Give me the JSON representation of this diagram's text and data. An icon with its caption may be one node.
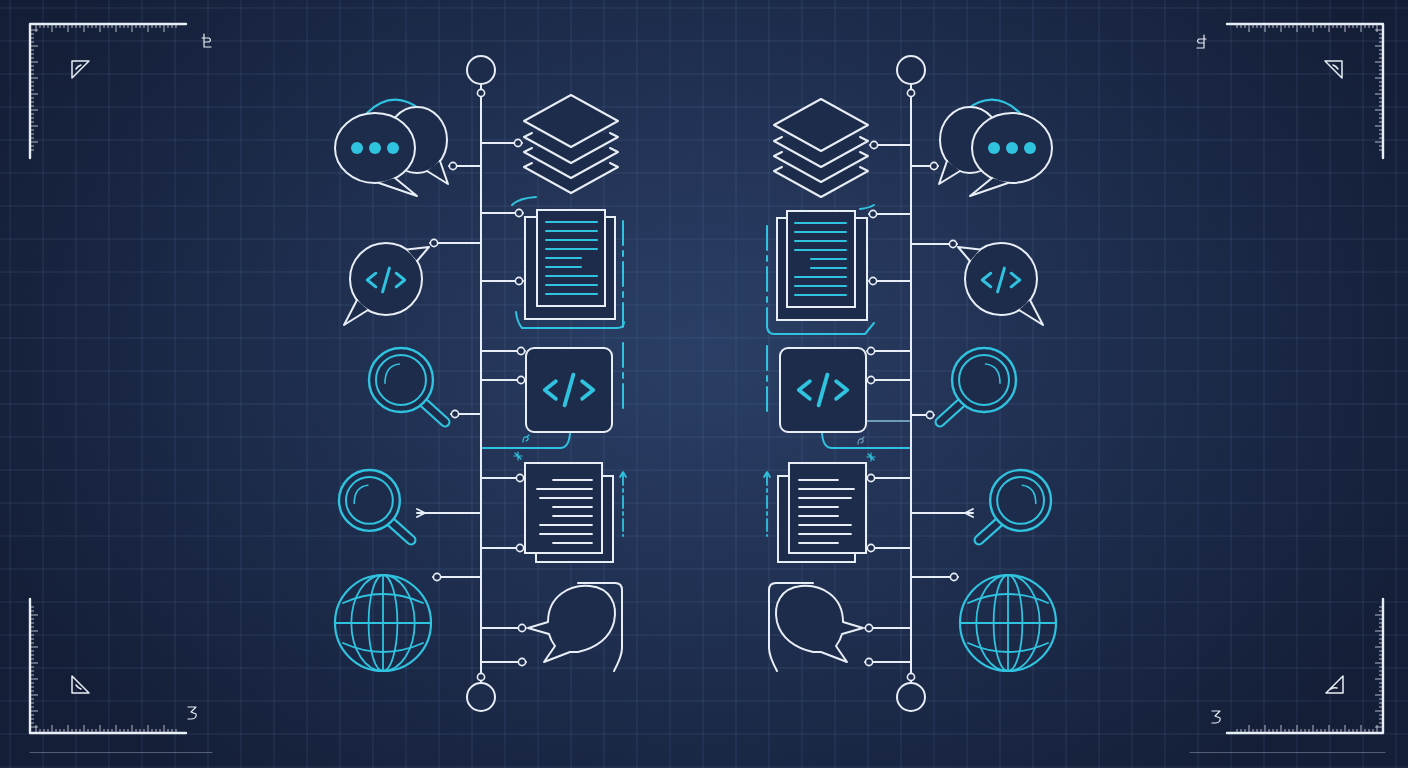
{
  "diagram": {
    "nodes": [
      {
        "text": [],
        "shape": "circle"
      },
      {
        "text": [],
        "shape": "bar"
      },
      {
        "text": [],
        "shape": "picture"
      },
      {
        "text": [],
        "shape": "picture"
      },
      {
        "text": [],
        "shape": "picture"
      },
      {
        "text": [],
        "shape": "picture"
      },
      {
        "text": [],
        "shape": "picture"
      },
      {
        "text": [],
        "shape": "picture"
      },
      {
        "text": [],
        "shape": "picture"
      },
      {
        "text": [],
        "shape": "picture"
      },
      {
        "text": [],
        "shape": "picture"
      },
      {
        "text": [],
        "shape": "picture"
      },
      {
        "text": [],
        "shape": "circle"
      },
      {
        "text": [],
        "shape": "circle"
      },
      {
        "text": [],
        "shape": "bar"
      },
      {
        "text": [],
        "shape": "picture"
      },
      {
        "text": [],
        "shape": "picture"
      },
      {
        "text": [],
        "shape": "picture"
      },
      {
        "text": [],
        "shape": "picture"
      },
      {
        "text": [],
        "shape": "picture"
      },
      {
        "text": [],
        "shape": "picture"
      },
      {
        "text": [],
        "shape": "picture"
      },
      {
        "text": [],
        "shape": "picture"
      },
      {
        "text": [],
        "shape": "picture"
      },
      {
        "text": [],
        "shape": "picture"
      },
      {
        "text": [],
        "shape": "circle"
      }
    ],
    "edges": [
      {
        "from": 0,
        "to": 1,
        "arrow": "other"
      },
      {
        "from": 1,
        "to": 3,
        "arrow": "other"
      },
      {
        "from": 1,
        "to": 2,
        "arrow": "other"
      },
      {
        "from": 1,
        "to": 4,
        "arrow": "other"
      },
      {
        "from": 1,
        "to": 5,
        "arrow": "other"
      },
      {
        "from": 1,
        "to": 4,
        "arrow": "other"
      },
      {
        "from": 1,
        "to": 6,
        "arrow": "other"
      },
      {
        "from": 1,
        "to": 6,
        "arrow": "other"
      },
      {
        "from": 1,
        "to": 7,
        "arrow": "other"
      },
      {
        "from": 1,
        "to": 6,
        "arrow": "none",
        "color": "#2fc3df"
      },
      {
        "from": 1,
        "to": 8,
        "arrow": "other"
      },
      {
        "from": 1,
        "to": 9,
        "arrow": "other"
      },
      {
        "from": 1,
        "to": 8,
        "arrow": "other"
      },
      {
        "from": 1,
        "to": 10,
        "arrow": "other"
      },
      {
        "from": 1,
        "to": 11,
        "arrow": "other"
      },
      {
        "from": 1,
        "to": 11,
        "arrow": "other"
      },
      {
        "from": 12,
        "to": 1,
        "arrow": "other"
      },
      {
        "from": 13,
        "to": 14,
        "arrow": "other"
      },
      {
        "from": 14,
        "to": 15,
        "arrow": "other"
      },
      {
        "from": 14,
        "to": 16,
        "arrow": "other"
      },
      {
        "from": 14,
        "to": 17,
        "arrow": "other"
      },
      {
        "from": 14,
        "to": 18,
        "arrow": "other"
      },
      {
        "from": 14,
        "to": 17,
        "arrow": "other"
      },
      {
        "from": 14,
        "to": 19,
        "arrow": "other"
      },
      {
        "from": 14,
        "to": 19,
        "arrow": "other"
      },
      {
        "from": 14,
        "to": 20,
        "arrow": "other"
      },
      {
        "from": 14,
        "to": 19,
        "arrow": "none",
        "color": "#6f9cb8"
      },
      {
        "from": 14,
        "to": 19,
        "arrow": "none",
        "color": "#2fc3df"
      },
      {
        "from": 14,
        "to": 21,
        "arrow": "other"
      },
      {
        "from": 14,
        "to": 22,
        "arrow": "other"
      },
      {
        "from": 14,
        "to": 21,
        "arrow": "other"
      },
      {
        "from": 14,
        "to": 23,
        "arrow": "other"
      },
      {
        "from": 14,
        "to": 24,
        "arrow": "other"
      },
      {
        "from": 14,
        "to": 24,
        "arrow": "other"
      },
      {
        "from": 25,
        "to": 14,
        "arrow": "other"
      }
    ]
  }
}
